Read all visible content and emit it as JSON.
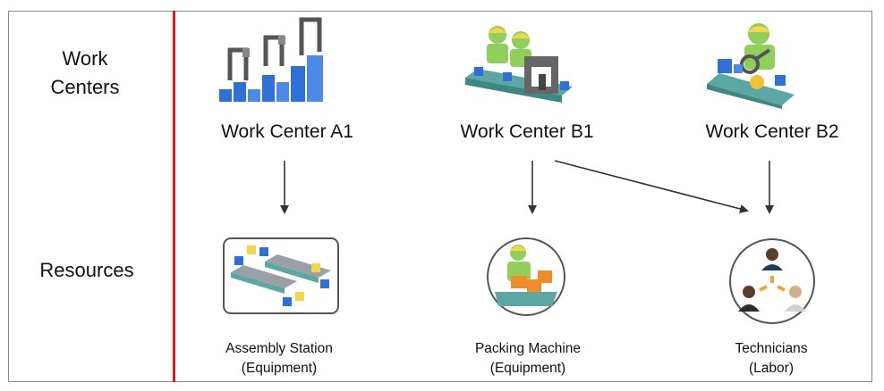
{
  "row_labels": {
    "work_centers": "Work\nCenters",
    "resources": "Resources"
  },
  "work_centers": [
    {
      "id": "a1",
      "label": "Work Center A1",
      "icon": "robot-arms-icon"
    },
    {
      "id": "b1",
      "label": "Work Center B1",
      "icon": "workers-assembly-line-icon"
    },
    {
      "id": "b2",
      "label": "Work Center B2",
      "icon": "worker-inspection-line-icon"
    }
  ],
  "resources": [
    {
      "id": "assembly",
      "name": "Assembly Station",
      "type": "(Equipment)",
      "icon": "conveyor-station-icon"
    },
    {
      "id": "packing",
      "name": "Packing Machine",
      "type": "(Equipment)",
      "icon": "packing-worker-icon"
    },
    {
      "id": "tech",
      "name": "Technicians",
      "type": "(Labor)",
      "icon": "technicians-team-icon"
    }
  ],
  "links": [
    {
      "from": "Work Center A1",
      "to": "Assembly Station"
    },
    {
      "from": "Work Center B1",
      "to": "Packing Machine"
    },
    {
      "from": "Work Center B1",
      "to": "Technicians"
    },
    {
      "from": "Work Center B2",
      "to": "Technicians"
    }
  ],
  "colors": {
    "divider": "#e3151b",
    "frame": "#8a8a8a",
    "block_blue": "#2f6fd8",
    "worker_green": "#8fcf5a",
    "helmet_yellow": "#f2d64b",
    "box_orange": "#f28c28",
    "conveyor_teal": "#5aa7a3"
  }
}
